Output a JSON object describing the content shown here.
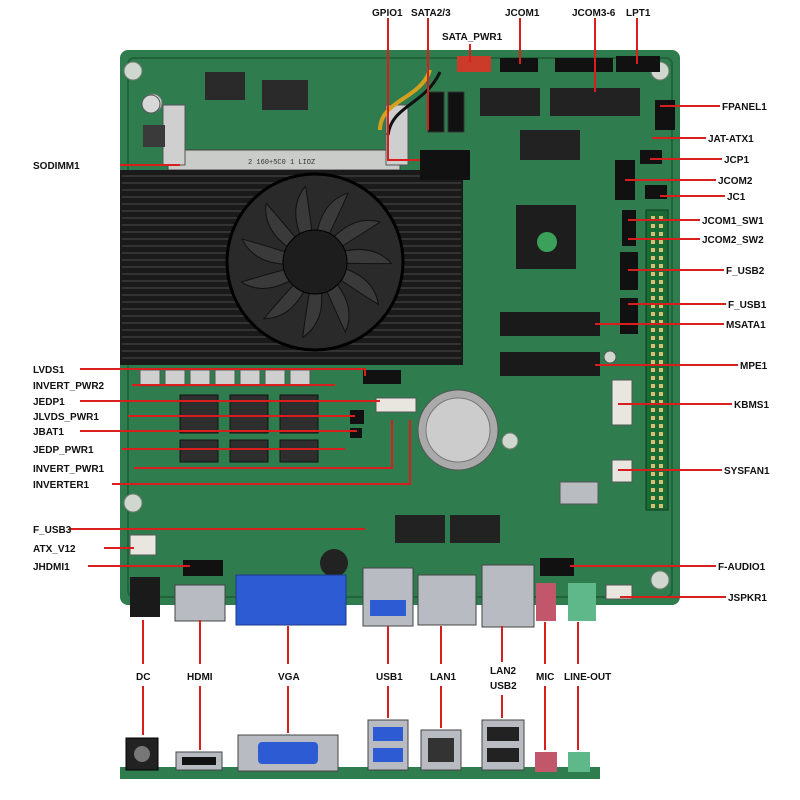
{
  "colors": {
    "pcb": "#2f7d4e",
    "pcb_dark": "#23633c",
    "heatsink": "#1a1a1a",
    "fan": "#2a2a2a",
    "leader": "#d91e1e",
    "label": "#111111",
    "port_blue": "#2d5bd3",
    "port_silver": "#b8bcc2",
    "mic_pink": "#c2566b",
    "lineout_green": "#5fb88a"
  },
  "top_labels": {
    "gpio1": "GPIO1",
    "sata": "SATA2/3",
    "jcom1": "JCOM1",
    "jcom3_6": "JCOM3-6",
    "lpt1": "LPT1",
    "sata_pwr1": "SATA_PWR1"
  },
  "left_labels": {
    "sodimm1": "SODIMM1",
    "lvds1": "LVDS1",
    "invert_pwr2": "INVERT_PWR2",
    "jedp1": "JEDP1",
    "jlvds_pwr1": "JLVDS_PWR1",
    "jbat1": "JBAT1",
    "jedp_pwr1": "JEDP_PWR1",
    "invert_pwr1": "INVERT_PWR1",
    "inverter1": "INVERTER1",
    "f_usb3": "F_USB3",
    "atx_v12": "ATX_V12",
    "jhdmi1": "JHDMI1"
  },
  "right_labels": {
    "fpanel1": "FPANEL1",
    "jat_atx1": "JAT-ATX1",
    "jcp1": "JCP1",
    "jcom2": "JCOM2",
    "jc1": "JC1",
    "jcom1_sw1": "JCOM1_SW1",
    "jcom2_sw2": "JCOM2_SW2",
    "f_usb2": "F_USB2",
    "f_usb1": "F_USB1",
    "msata1": "MSATA1",
    "mpe1": "MPE1",
    "kbms1": "KBMS1",
    "sysfan1": "SYSFAN1",
    "f_audio1": "F-AUDIO1",
    "jspkr1": "JSPKR1"
  },
  "bottom_labels": {
    "dc": "DC",
    "hdmi": "HDMI",
    "vga": "VGA",
    "usb1": "USB1",
    "lan1": "LAN1",
    "lan2": "LAN2",
    "usb2": "USB2",
    "mic": "MIC",
    "line_out": "LINE-OUT"
  },
  "board_markings": {
    "chip_ref": "2 160+5C0 1 LIOZ"
  }
}
